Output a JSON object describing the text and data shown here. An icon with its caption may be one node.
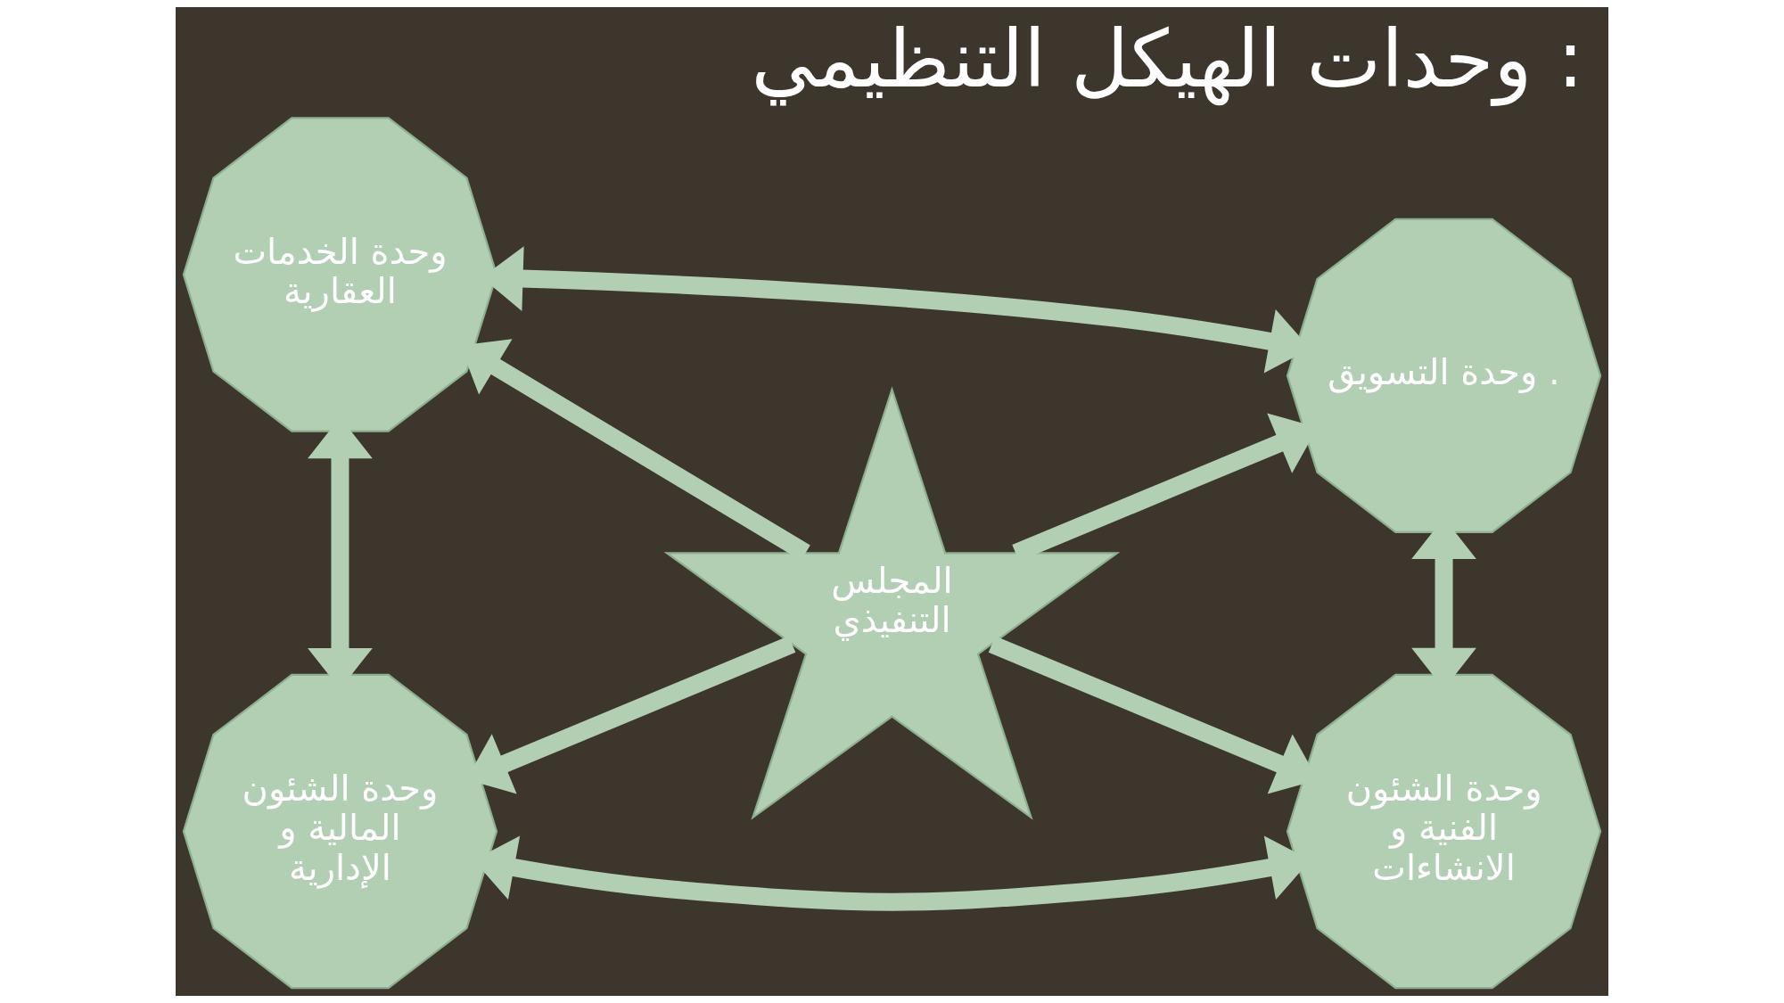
{
  "diagram": {
    "title": "وحدات الهيكل التنظيمي :",
    "nodes": [
      {
        "text": [
          "وحدة التسويق ."
        ]
      },
      {
        "text": [
          "وحدة الخدمات العقارية"
        ]
      },
      {
        "text": [
          "المجلس التنفيذي"
        ]
      },
      {
        "text": [
          "وحدة الشئون الفنية و الانشاءات"
        ]
      },
      {
        "text": [
          "وحدة الشئون المالية و الإدارية"
        ]
      }
    ],
    "edges": [
      {
        "from": 1,
        "to": 0,
        "arrow": "both"
      },
      {
        "from": 2,
        "to": 1,
        "arrow": "to"
      },
      {
        "from": 2,
        "to": 0,
        "arrow": "to"
      },
      {
        "from": 1,
        "to": 4,
        "arrow": "both"
      },
      {
        "from": 0,
        "to": 3,
        "arrow": "both"
      },
      {
        "from": 2,
        "to": 4,
        "arrow": "to"
      },
      {
        "from": 2,
        "to": 3,
        "arrow": "to"
      },
      {
        "from": 4,
        "to": 3,
        "arrow": "both"
      }
    ]
  }
}
